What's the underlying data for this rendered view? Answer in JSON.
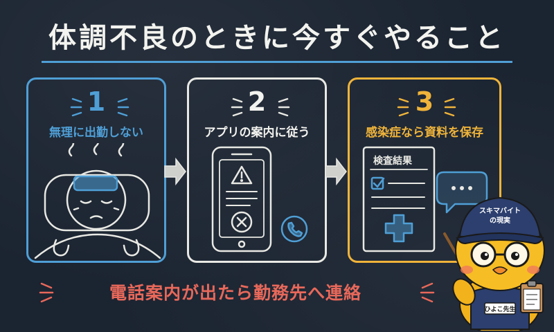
{
  "title": "体調不良のときに今すぐやること",
  "steps": [
    {
      "number": "1",
      "label": "無理に出勤しない"
    },
    {
      "number": "2",
      "label": "アプリの案内に従う"
    },
    {
      "number": "3",
      "label": "感染症なら資料を保存"
    }
  ],
  "document_title": "検査結果",
  "footer": "電話案内が出たら勤務先へ連絡",
  "mascot": {
    "cap_text_line1": "スキマバイト",
    "cap_text_line2": "の現実",
    "name_tag": "ひよこ先生"
  },
  "colors": {
    "background": "#1b2431",
    "step1": "#4f9fd6",
    "step2": "#e9e9e4",
    "step3": "#f0b43a",
    "footer": "#e8685a"
  },
  "icons": [
    "sick-person-icon",
    "warning-icon",
    "cross-circle-icon",
    "phone-icon",
    "checkbox-icon",
    "medical-cross-icon",
    "chat-bubble-icon",
    "pointer-stick-icon",
    "clipboard-icon"
  ]
}
